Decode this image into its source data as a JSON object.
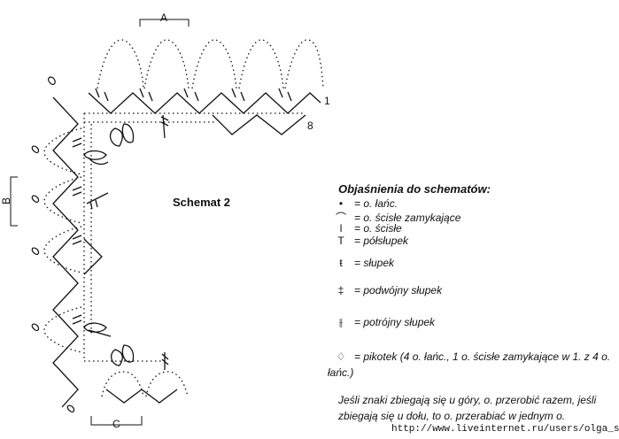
{
  "labels": {
    "A": "A",
    "B": "B",
    "C": "C",
    "row1": "1",
    "row8": "8"
  },
  "schema_title": "Schemat 2",
  "legend": {
    "title": "Objaśnienia do schematów:",
    "items": [
      {
        "icon": "dot-symbol",
        "text": "= o. łańc."
      },
      {
        "icon": "slip-stitch-symbol",
        "text": "= o. ścisłe zamykające"
      },
      {
        "icon": "single-crochet-symbol",
        "text": "= o. ścisłe"
      },
      {
        "icon": "half-double-symbol",
        "text": "= półsłupek"
      },
      {
        "icon": "double-crochet-symbol",
        "text": "= słupek"
      },
      {
        "icon": "treble-symbol",
        "text": "= podwójny słupek"
      },
      {
        "icon": "triple-treble-symbol",
        "text": "= potrójny słupek"
      },
      {
        "icon": "picot-symbol",
        "text": "= pikotek (4 o. łańc., 1 o. ścisłe zamykające w 1. z 4 o. łańc.)"
      }
    ],
    "note": "Jeśli znaki zbiegają się u góry, o. przerobić razem, jeśli zbiegają się u dołu, to o. przerabiać w jednym o."
  },
  "url": "http://www.liveinternet.ru/users/olga_san/"
}
